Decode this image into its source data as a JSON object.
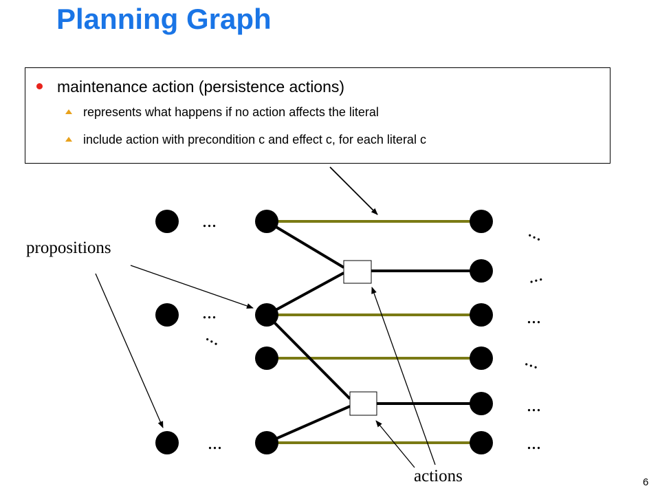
{
  "slide": {
    "title": "Planning Graph",
    "page_number": "6"
  },
  "bullets": {
    "main": "maintenance action (persistence actions)",
    "subs": [
      "represents what happens if no action affects the literal",
      "include action with precondition c and effect c, for each literal c"
    ]
  },
  "diagram": {
    "label_propositions": "propositions",
    "label_actions": "actions",
    "ellipsis": "...",
    "colors": {
      "persistence_line": "#7a7a14",
      "action_line": "#000000",
      "node": "#000000",
      "title": "#1a75e6",
      "bullet": "#e8231c",
      "sub_bullet": "#e8a11c"
    }
  }
}
